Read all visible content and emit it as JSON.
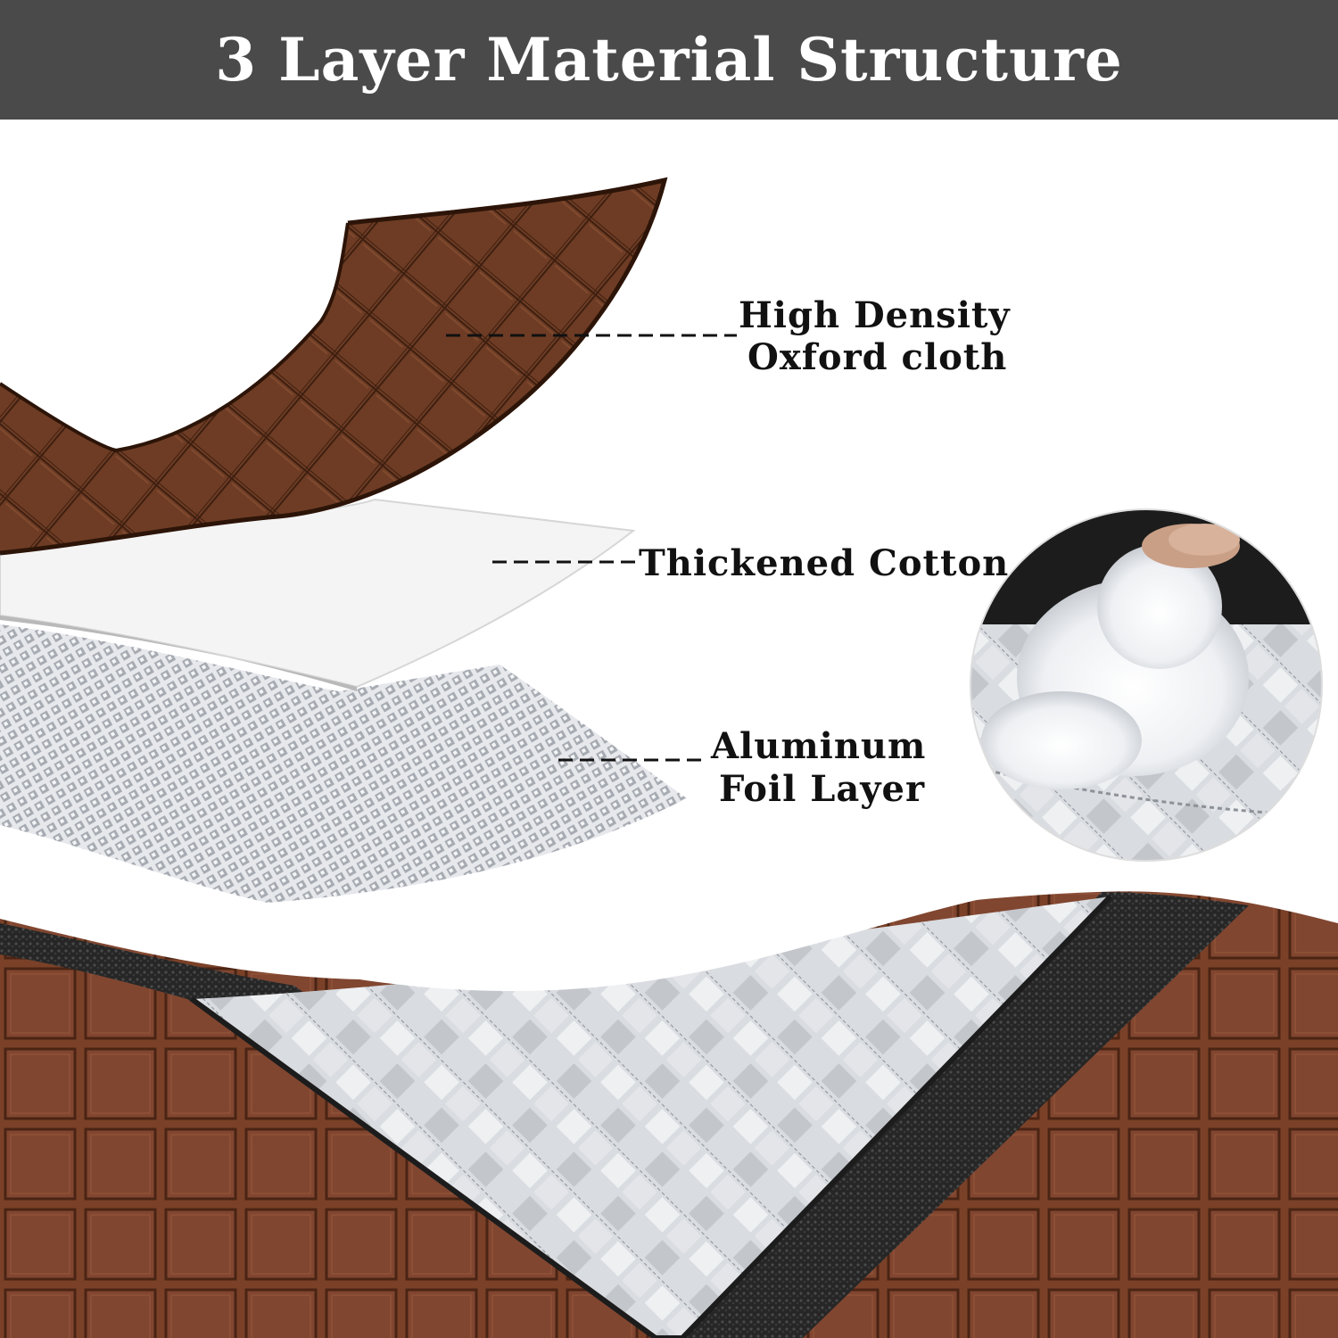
{
  "title": "3 Layer Material Structure",
  "layers": [
    {
      "line1": "High Density",
      "line2": "Oxford cloth",
      "icon": "oxford-cloth-layer"
    },
    {
      "line1": "Thickened Cotton",
      "icon": "cotton-layer"
    },
    {
      "line1": "Aluminum",
      "line2": "Foil Layer",
      "icon": "aluminum-foil-layer"
    }
  ],
  "colors": {
    "banner": "#4a4a4a",
    "oxford_brown": "#6b3a22",
    "cotton_white": "#f3f3f3",
    "foil_silver": "#c9ccd0",
    "velcro_black": "#2a2a2a"
  }
}
